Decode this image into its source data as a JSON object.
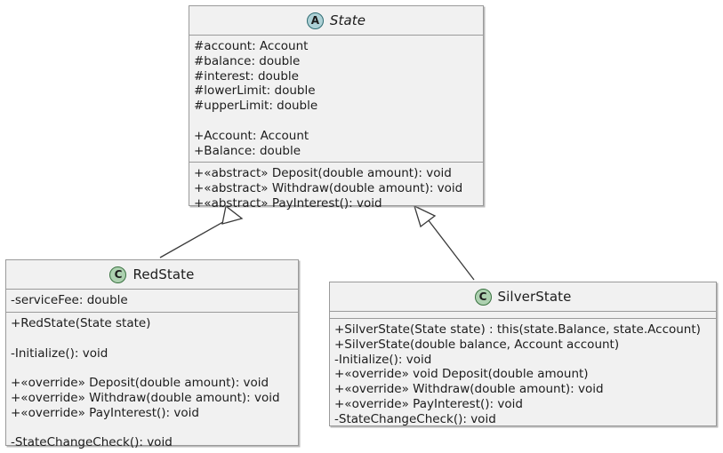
{
  "diagram": {
    "type": "uml-class-diagram",
    "background": "#ffffff",
    "box_fill": "#f1f1f1",
    "box_border": "#9a9a9a",
    "abstract_icon_color": "#add1d6",
    "class_icon_color": "#add1b0"
  },
  "classes": {
    "state": {
      "name": "State",
      "icon_letter": "A",
      "icon_kind": "abstract-class-icon",
      "attributes": [
        "#account: Account",
        "#balance: double",
        "#interest: double",
        "#lowerLimit: double",
        "#upperLimit: double",
        "",
        "+Account: Account",
        "+Balance: double"
      ],
      "methods": [
        "+«abstract» Deposit(double amount): void",
        "+«abstract» Withdraw(double amount): void",
        "+«abstract» PayInterest(): void"
      ]
    },
    "redstate": {
      "name": "RedState",
      "icon_letter": "C",
      "icon_kind": "class-icon",
      "attributes": [
        "-serviceFee: double"
      ],
      "methods": [
        "+RedState(State state)",
        "",
        "-Initialize(): void",
        "",
        "+«override» Deposit(double amount): void",
        "+«override» Withdraw(double amount): void",
        "+«override» PayInterest(): void",
        "",
        "-StateChangeCheck(): void"
      ]
    },
    "silverstate": {
      "name": "SilverState",
      "icon_letter": "C",
      "icon_kind": "class-icon",
      "attributes": [],
      "methods": [
        "+SilverState(State state) : this(state.Balance, state.Account)",
        "+SilverState(double balance, Account account)",
        "-Initialize(): void",
        "+«override» void Deposit(double amount)",
        "+«override» Withdraw(double amount): void",
        "+«override» PayInterest(): void",
        "-StateChangeCheck(): void"
      ]
    }
  },
  "relationships": [
    {
      "name": "generalization-redstate-to-state",
      "from": "RedState",
      "to": "State",
      "kind": "generalization"
    },
    {
      "name": "generalization-silverstate-to-state",
      "from": "SilverState",
      "to": "State",
      "kind": "generalization"
    }
  ]
}
